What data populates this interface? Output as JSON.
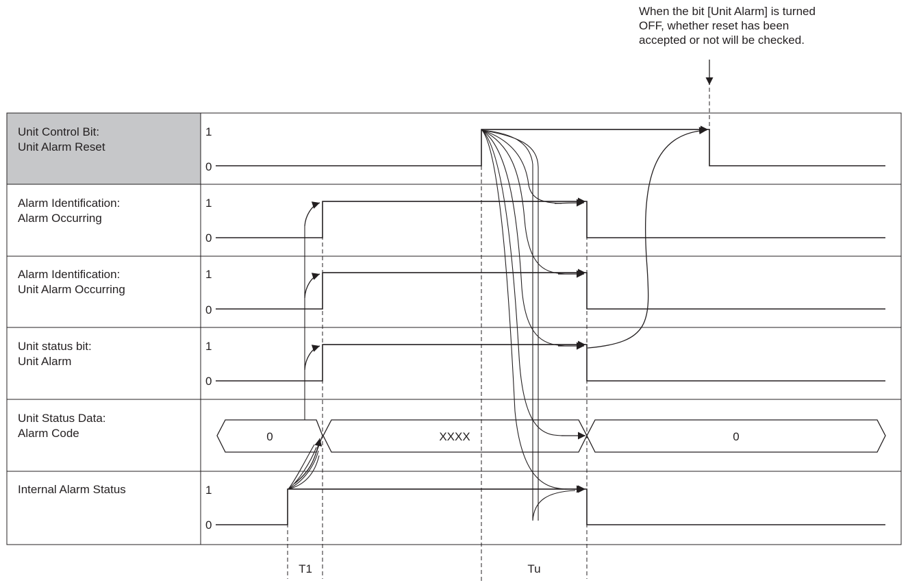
{
  "annotation": "When the bit [Unit Alarm] is turned\nOFF, whether reset has been\naccepted or not will be checked.",
  "rows": [
    {
      "line1": "Unit Control Bit:",
      "line2": "Unit Alarm Reset",
      "high": "1",
      "low": "0"
    },
    {
      "line1": "Alarm Identification:",
      "line2": "Alarm Occurring",
      "high": "1",
      "low": "0"
    },
    {
      "line1": "Alarm Identification:",
      "line2": "Unit Alarm Occurring",
      "high": "1",
      "low": "0"
    },
    {
      "line1": "Unit status bit:",
      "line2": "Unit Alarm",
      "high": "1",
      "low": "0"
    },
    {
      "line1": "Unit Status Data:",
      "line2": "Alarm Code"
    },
    {
      "line1": "Internal Alarm Status",
      "line2": "",
      "high": "1",
      "low": "0"
    }
  ],
  "alarm_code_values": [
    "0",
    "XXXX",
    "0"
  ],
  "timing_labels": {
    "t1": "T1",
    "tu": "Tu"
  },
  "colors": {
    "header_fill": "#c6c7c9",
    "line": "#231f20",
    "background": "#ffffff"
  }
}
